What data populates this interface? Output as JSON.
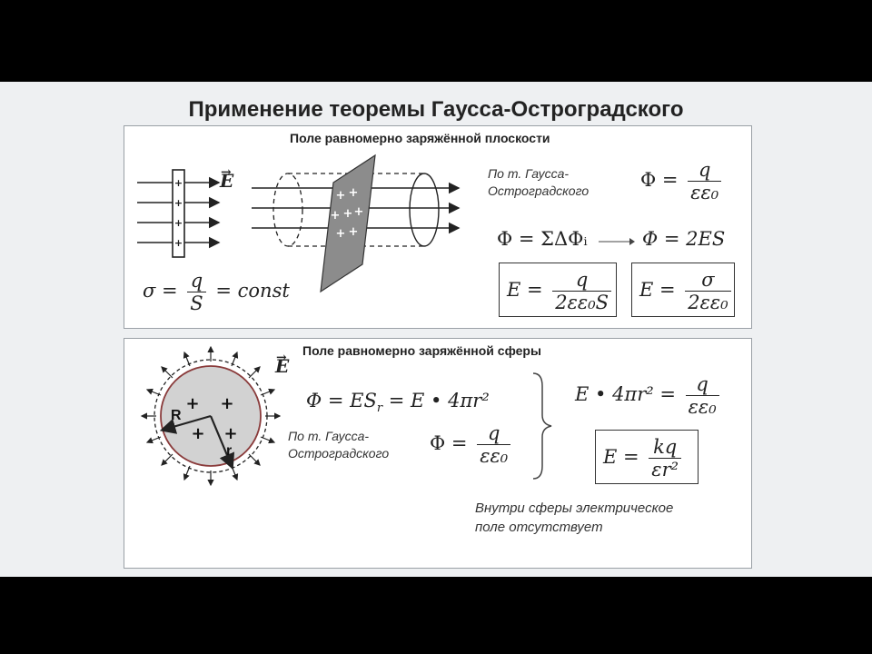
{
  "slide": {
    "title": "Применение теоремы Гаусса-Остроградского"
  },
  "plane": {
    "heading": "Поле равномерно заряжённой плоскости",
    "field_label": "E",
    "gauss_note_1": "По т. Гаусса-",
    "gauss_note_2": "Остроградского",
    "sigma_lhs": "σ =",
    "sigma_num": "q",
    "sigma_den": "S",
    "sigma_rhs": "= const",
    "flux_lhs": "Φ =",
    "flux_num": "q",
    "flux_den": "εε₀",
    "flux_sum": "Φ = ΣΔΦᵢ",
    "flux_result": "Φ = 2ES",
    "box1_lhs": "E =",
    "box1_num": "q",
    "box1_den": "2εε₀S",
    "box2_lhs": "E =",
    "box2_num": "σ",
    "box2_den": "2εε₀"
  },
  "sphere": {
    "heading": "Поле равномерно заряжённой сферы",
    "field_label": "E",
    "radius_big": "R",
    "radius_small": "r",
    "flux_eq": "Φ = ES",
    "flux_sub": "r",
    "flux_eq_rest": " = E • 4πr²",
    "gauss_note_1": "По т. Гаусса-",
    "gauss_note_2": "Остроградского",
    "flux_lhs": "Φ =",
    "flux_num": "q",
    "flux_den": "εε₀",
    "result_lhs": "E • 4πr² =",
    "result_num": "q",
    "result_den": "εε₀",
    "box_lhs": "E =",
    "box_num": "kq",
    "box_den": "εr²",
    "inside_note_1": "Внутри сферы электрическое",
    "inside_note_2": "поле отсутствует"
  }
}
